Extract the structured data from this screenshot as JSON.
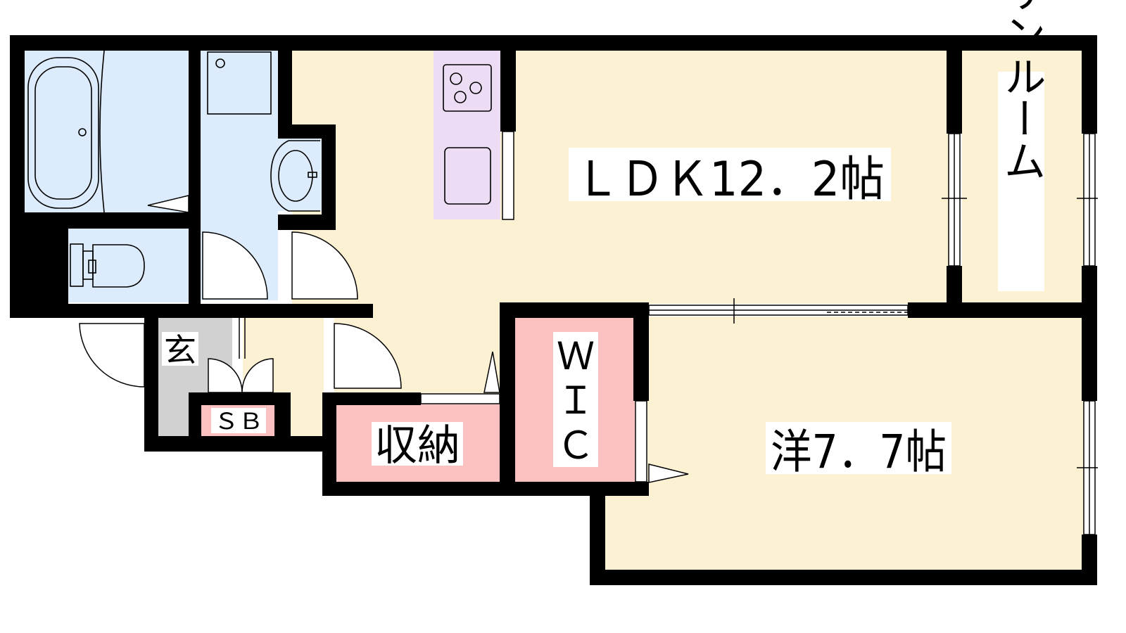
{
  "rooms": {
    "ldk": "ＬＤＫ12．2帖",
    "western": "洋7．7帖",
    "sunroom": "サンルーム",
    "wic": [
      "Ｗ",
      "Ｉ",
      "Ｃ"
    ],
    "storage": "収納",
    "entrance": "玄",
    "shoebox": "ＳＢ"
  },
  "colors": {
    "living": "#fdf1d4",
    "wet": "#dcecfc",
    "kitchen": "#ecdcf4",
    "closet": "#fbc1c1",
    "entrance": "#d1d1d1",
    "wall": "#000000"
  }
}
